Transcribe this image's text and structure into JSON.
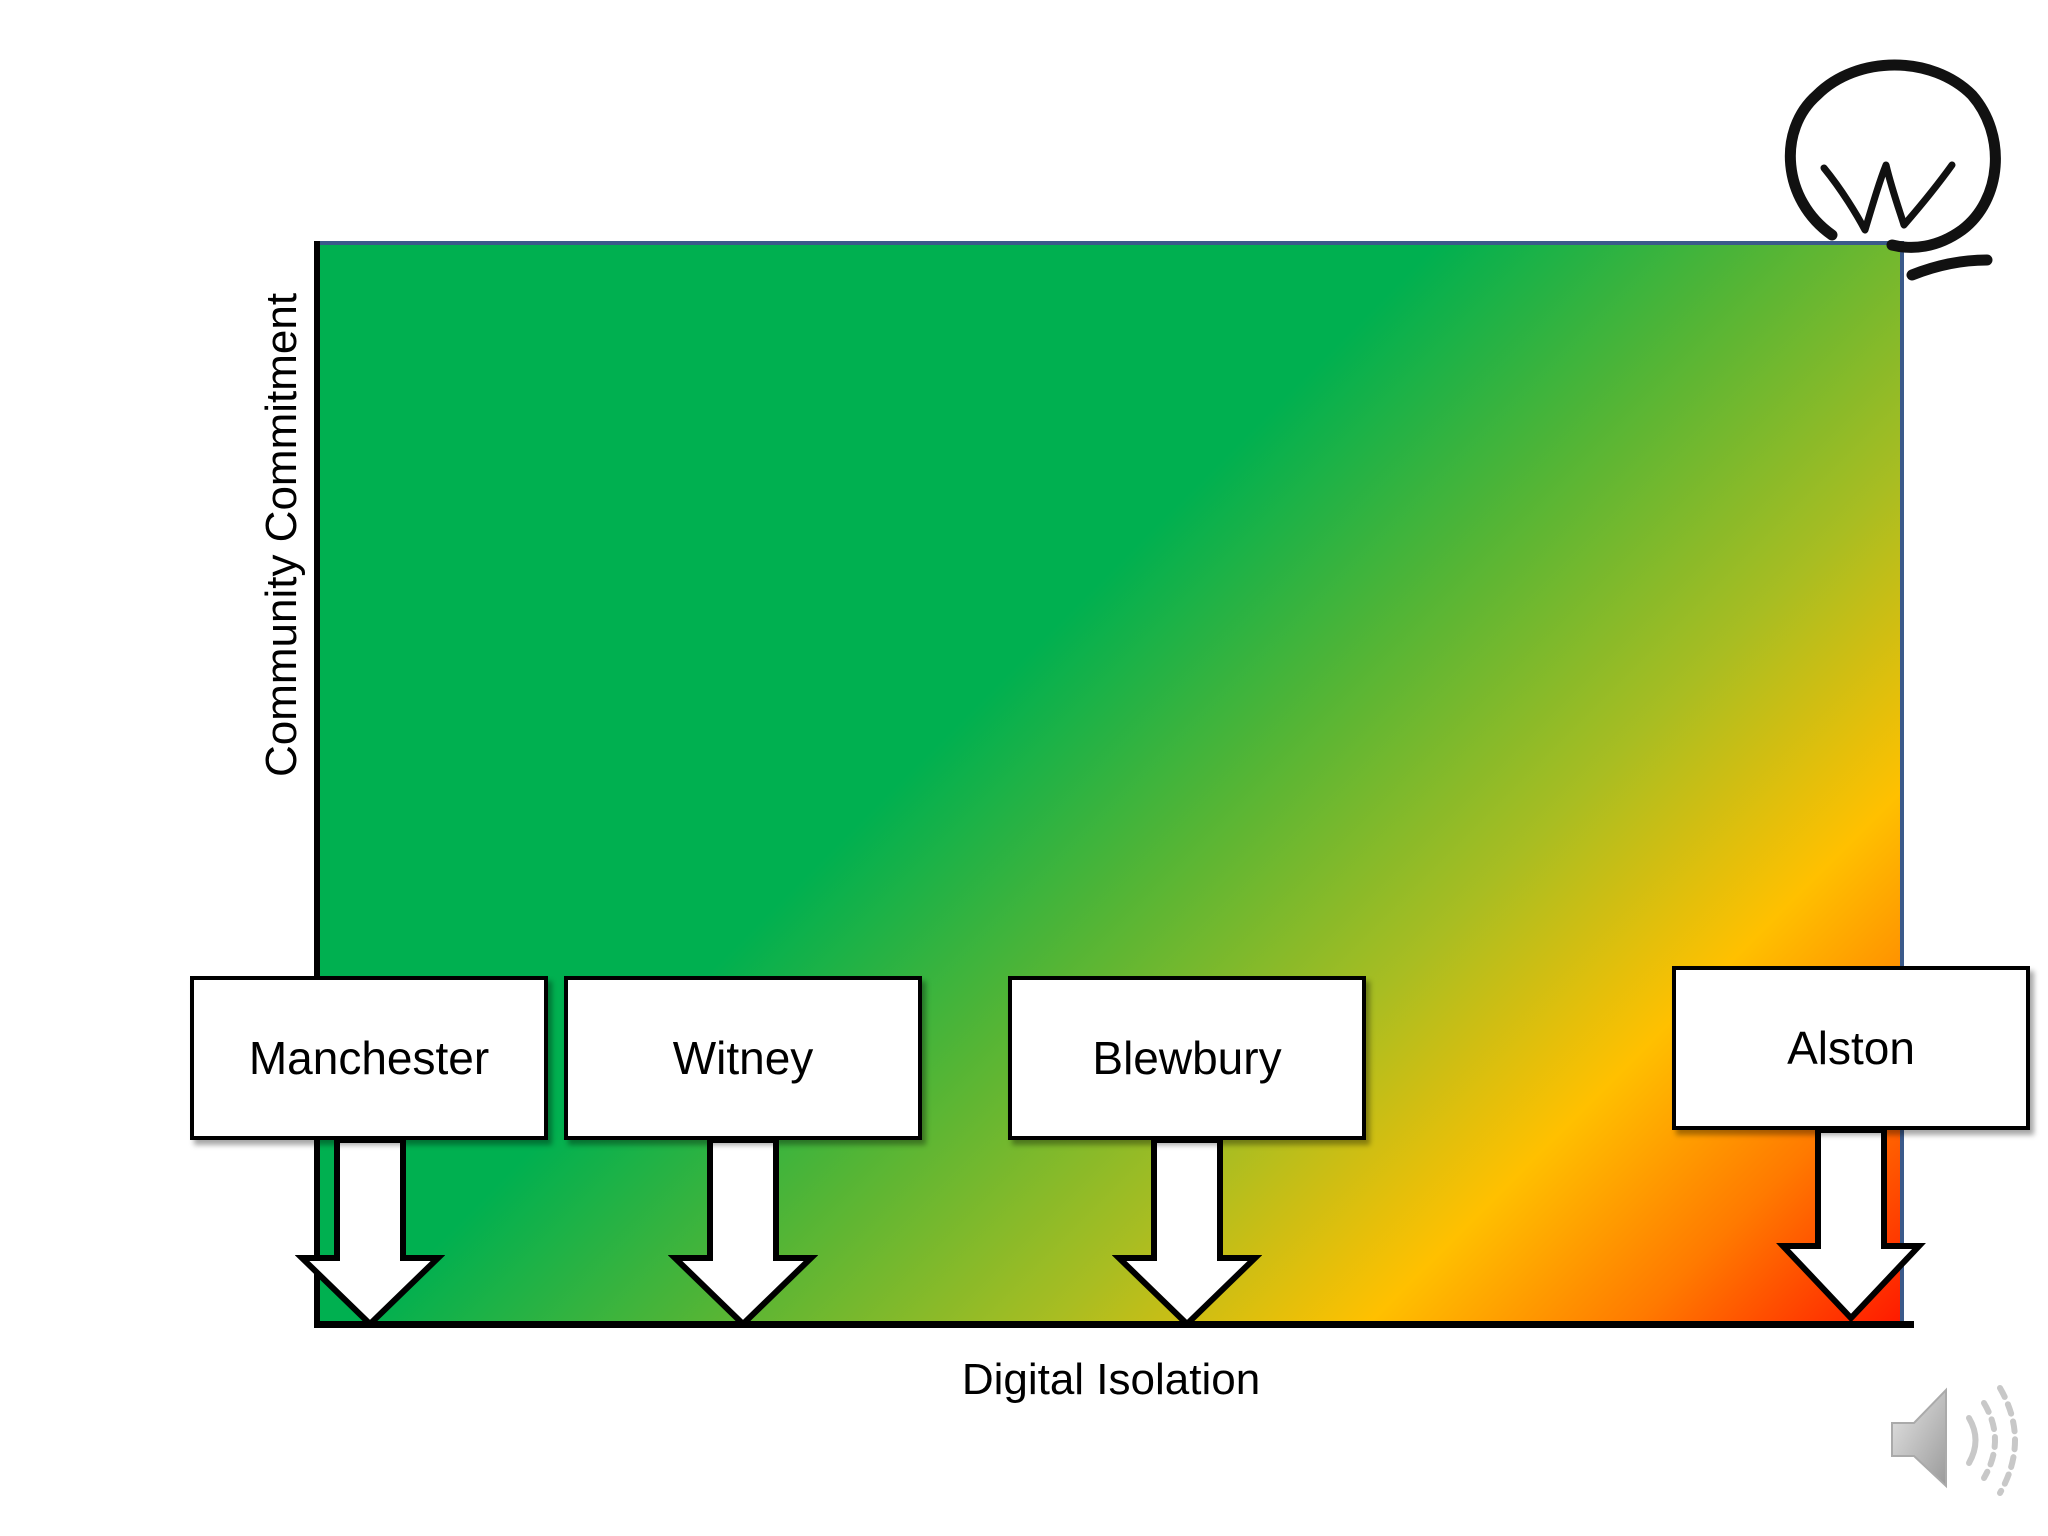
{
  "axes": {
    "y_label": "Community Commitment",
    "x_label": "Digital Isolation"
  },
  "locations": [
    {
      "name": "Manchester"
    },
    {
      "name": "Witney"
    },
    {
      "name": "Blewbury"
    },
    {
      "name": "Alston"
    }
  ],
  "colors": {
    "high_commitment": "#00b050",
    "mid": "#ffc000",
    "low": "#ff1a00",
    "frame_border": "#3b5a8a"
  },
  "icons": {
    "logo": "w-circle-logo-icon",
    "audio": "speaker-icon"
  }
}
